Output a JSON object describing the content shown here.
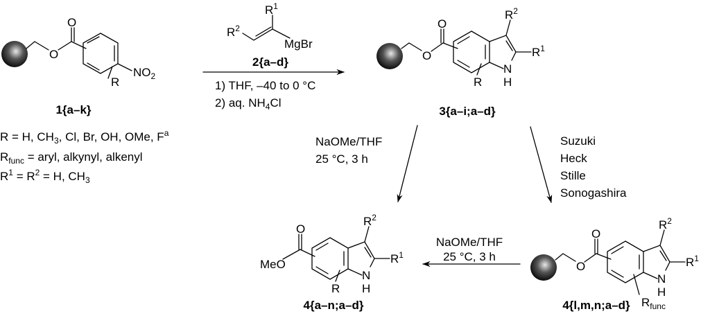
{
  "compound1": {
    "label": "1{a–k}",
    "carbonyl_o": "O",
    "substituent": "R",
    "nitro": "NO",
    "nitro_sub": "2"
  },
  "reagent2": {
    "label": "2{a–d}",
    "r1": "R",
    "r1_sup": "1",
    "r2": "R",
    "r2_sup": "2",
    "mgbr": "MgBr"
  },
  "step1": {
    "line1": "1) THF, –40 to 0 °C",
    "line2_a": "2) aq.  NH",
    "line2_sub": "4",
    "line2_b": "Cl"
  },
  "definitions": {
    "r_line": "R = H, CH",
    "r_line_sub": "3",
    "r_line_b": ", Cl, Br, OH, OMe, F",
    "r_line_sup": "a",
    "rfunc_r": "R",
    "rfunc_sub": "func",
    "rfunc_rest": " = aryl, alkynyl, alkenyl",
    "r12_a": "R",
    "r12_sup1": "1",
    "r12_b": " = R",
    "r12_sup2": "2",
    "r12_c": " = H, CH",
    "r12_sub": "3"
  },
  "compound3": {
    "label": "3{a–i;a–d}"
  },
  "cleavage1": {
    "line1": "NaOMe/THF",
    "line2": "25 °C, 3 h"
  },
  "coupling": {
    "reactions": [
      "Suzuki",
      "Heck",
      "Stille",
      "Sonogashira"
    ]
  },
  "cleavage2": {
    "line1": "NaOMe/THF",
    "line2": "25 °C, 3 h"
  },
  "compound4a": {
    "label": "4{a–n;a–d}",
    "meo": "MeO"
  },
  "compound4b": {
    "label": "4{l,m,n;a–d}",
    "rfunc": "R",
    "rfunc_sub": "func"
  },
  "atoms": {
    "o": "O",
    "n": "N",
    "h": "H",
    "r": "R",
    "sup1": "1",
    "sup2": "2"
  }
}
